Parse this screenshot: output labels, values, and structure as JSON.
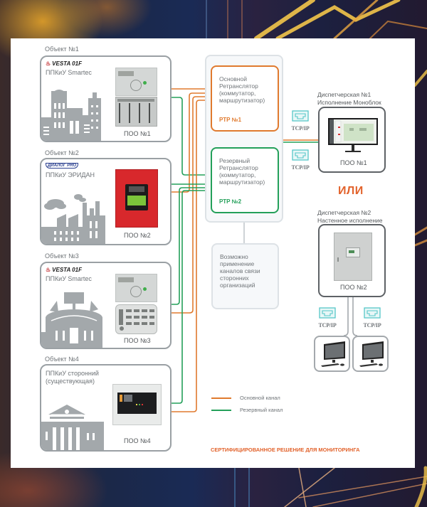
{
  "colors": {
    "primary_channel": "#e07a2e",
    "backup_channel": "#24a05a",
    "accent_red": "#e2632c",
    "tcp_icon": "#56c7c8",
    "card_border": "#9aa0a4",
    "building_grey": "#a3a8ab"
  },
  "objects": [
    {
      "label": "Объект №1",
      "brand_icon": "flame-icon",
      "brand": "VESTA 01F",
      "panel": "ППКиУ Smartec",
      "building": "city-buildings-icon",
      "device": "keypad-and-led-panel",
      "poo": "ПОО №1"
    },
    {
      "label": "Объект №2",
      "brand_icon": "shield-logo-icon",
      "brand": "ДИАЛОГ PRO",
      "panel": "ППКиУ ЭРИДАН",
      "building": "factory-icon",
      "device": "red-cabinet-panel",
      "poo": "ПОО №2"
    },
    {
      "label": "Объект №3",
      "brand_icon": "flame-icon",
      "brand": "VESTA 01F",
      "panel": "ППКиУ Smartec",
      "building": "stadium-icon",
      "device": "keypad-and-button-panel",
      "poo": "ПОО №3"
    },
    {
      "label": "Объект №4",
      "brand_icon": "",
      "brand": "",
      "panel": "ППКиУ сторонний",
      "panel_line2": "(существующая)",
      "building": "classical-building-icon",
      "device": "fire-alarm-control-panel",
      "poo": "ПОО №4"
    }
  ],
  "repeaters": [
    {
      "lines": [
        "Основной",
        "Ретранслятор",
        "(коммутатор,",
        "маршрутизатор)"
      ],
      "tag": "РТР №1",
      "type": "primary"
    },
    {
      "lines": [
        "Резервный",
        "Ретранслятор",
        "(коммутатор,",
        "маршрутизатор)"
      ],
      "tag": "РТР №2",
      "type": "backup"
    }
  ],
  "third_party": {
    "lines": [
      "Возможно",
      "применение",
      "каналов связи",
      "сторонних",
      "организаций"
    ]
  },
  "dispatch": [
    {
      "lines": [
        "Диспетчерская №1",
        "Исполнение Моноблок"
      ],
      "device": "monoblock-monitor",
      "poo": "ПОО №1"
    },
    {
      "lines": [
        "Диспетчерская №2",
        "Настенное исполнение"
      ],
      "device": "wall-cabinet",
      "poo": "ПОО №2"
    }
  ],
  "or_label": "ИЛИ",
  "tcp_label": "TCP/IP",
  "legend": [
    {
      "label": "Основной канал",
      "type": "primary"
    },
    {
      "label": "Резервный канал",
      "type": "backup"
    }
  ],
  "footer": "СЕРТИФИЦИРОВАННОЕ РЕШЕНИЕ ДЛЯ МОНИТОРИНГА"
}
